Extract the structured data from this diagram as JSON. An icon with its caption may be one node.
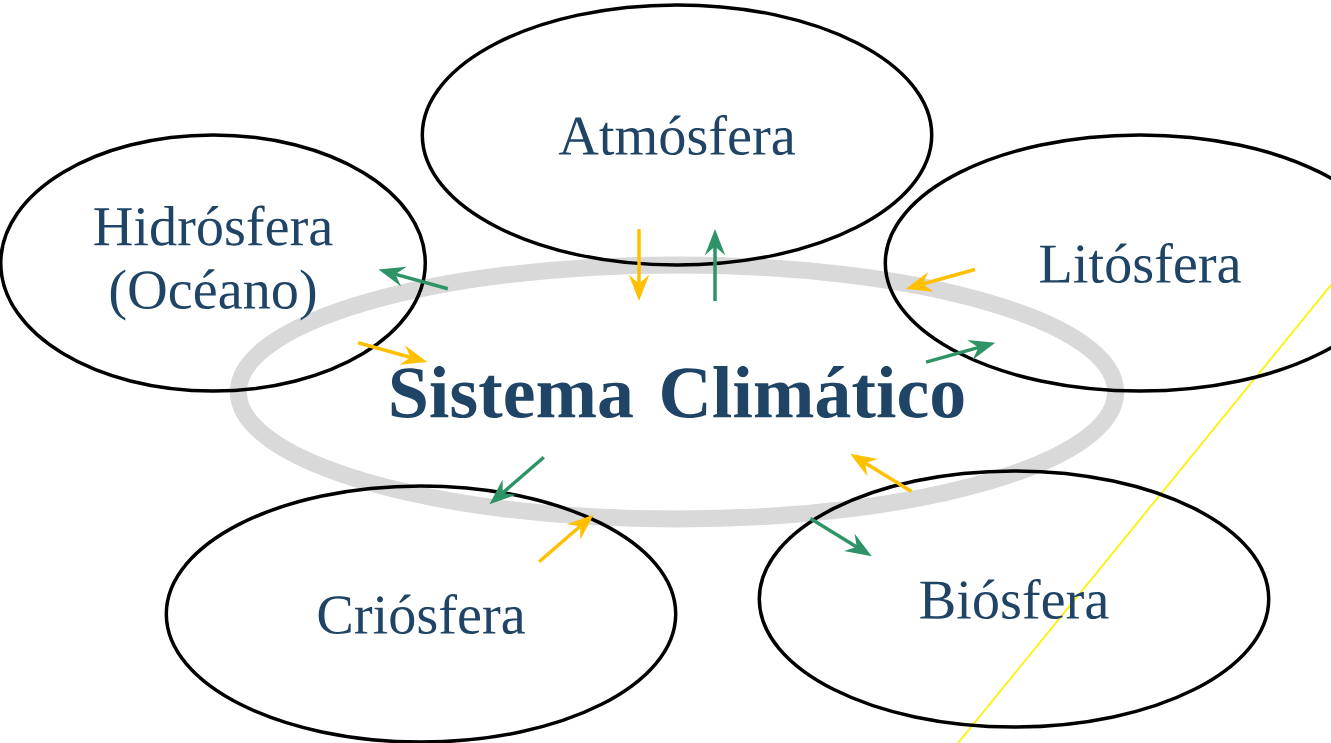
{
  "diagram": {
    "nodes": [
      {
        "text": [
          "Sistema Climático"
        ]
      },
      {
        "text": [
          "Atmósfera"
        ]
      },
      {
        "text": [
          "Hidrósfera (Océano)"
        ]
      },
      {
        "text": [
          "Litósfera"
        ]
      },
      {
        "text": [
          "Criósfera"
        ]
      },
      {
        "text": [
          "Biósfera"
        ]
      }
    ],
    "edges": [
      {
        "from": 0,
        "to": 1,
        "arrow": "to",
        "color": "#2e9467"
      },
      {
        "from": 1,
        "to": 0,
        "arrow": "to",
        "color": "#ffc000"
      },
      {
        "from": 0,
        "to": 2,
        "arrow": "to",
        "color": "#2e9467"
      },
      {
        "from": 2,
        "to": 0,
        "arrow": "to",
        "color": "#ffc000"
      },
      {
        "from": 3,
        "to": 0,
        "arrow": "to",
        "color": "#ffc000"
      },
      {
        "from": 0,
        "to": 3,
        "arrow": "to",
        "color": "#2e9467"
      },
      {
        "from": 0,
        "to": 4,
        "arrow": "to",
        "color": "#2e9467"
      },
      {
        "from": 4,
        "to": 0,
        "arrow": "to",
        "color": "#ffc000"
      },
      {
        "from": 0,
        "to": 5,
        "arrow": "to",
        "color": "#2e9467"
      },
      {
        "from": 5,
        "to": 0,
        "arrow": "to",
        "color": "#ffc000"
      }
    ]
  }
}
